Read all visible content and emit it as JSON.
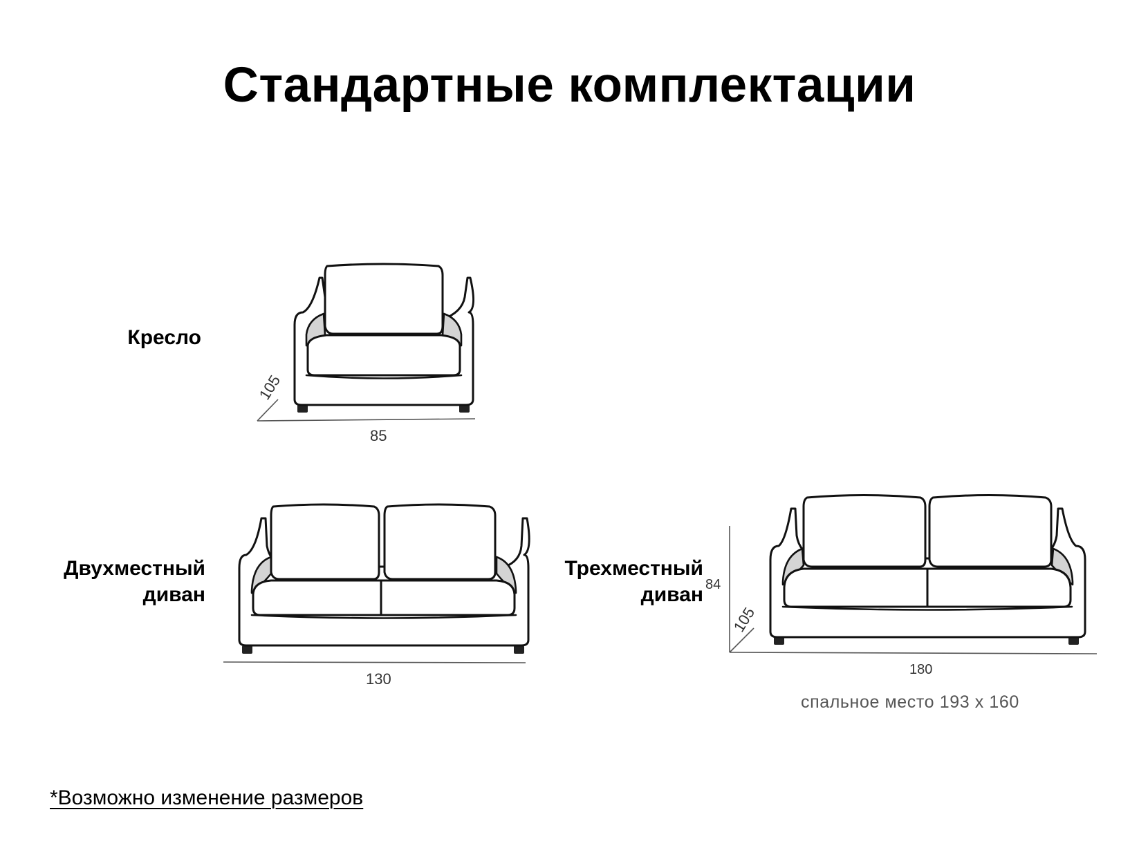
{
  "title": "Стандартные комплектации",
  "items": [
    {
      "label_lines": [
        "Кресло"
      ],
      "width": "85",
      "depth": "105",
      "height": "",
      "note": ""
    },
    {
      "label_lines": [
        "Двухместный",
        "диван"
      ],
      "width": "130",
      "depth": "",
      "height": "",
      "note": ""
    },
    {
      "label_lines": [
        "Трехместный",
        "диван"
      ],
      "width": "180",
      "depth": "105",
      "height": "84",
      "note": "спальное место 193 x 160"
    }
  ],
  "footnote": "*Возможно изменение размеров"
}
